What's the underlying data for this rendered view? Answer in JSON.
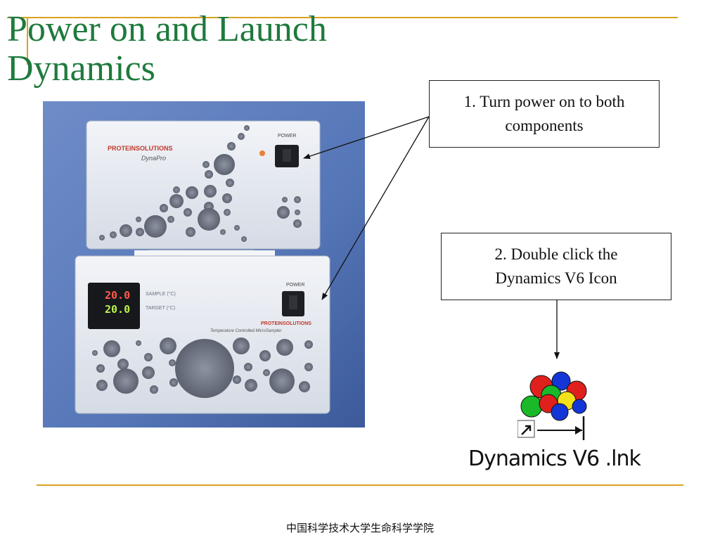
{
  "slide": {
    "title": "Power on and Launch Dynamics",
    "callout_1": "1. Turn power on to both components",
    "callout_2": "2. Double click the Dynamics V6 Icon",
    "footer": "中国科学技术大学生命科学学院"
  },
  "photo": {
    "upper_brand": "PROTEINSOLUTIONS",
    "upper_model": "DynaPro",
    "upper_power_label": "POWER",
    "lower_power_label": "POWER",
    "sample_label": "SAMPLE  (°C)",
    "target_label": "TARGET  (°C)",
    "readout_sample": "20.0",
    "readout_target": "20.0",
    "lower_brand": "PROTEINSOLUTIONS",
    "lower_model": "Temperature Controlled MicroSampler"
  },
  "desktop_icon": {
    "label": "Dynamics V6 .lnk",
    "name": "dynamics-v6-shortcut-icon"
  },
  "colors": {
    "title": "#1f7a3d",
    "rule": "#d9a21f",
    "photo_bg": "#4f6fb5",
    "device_body": "#e8ecf2"
  }
}
